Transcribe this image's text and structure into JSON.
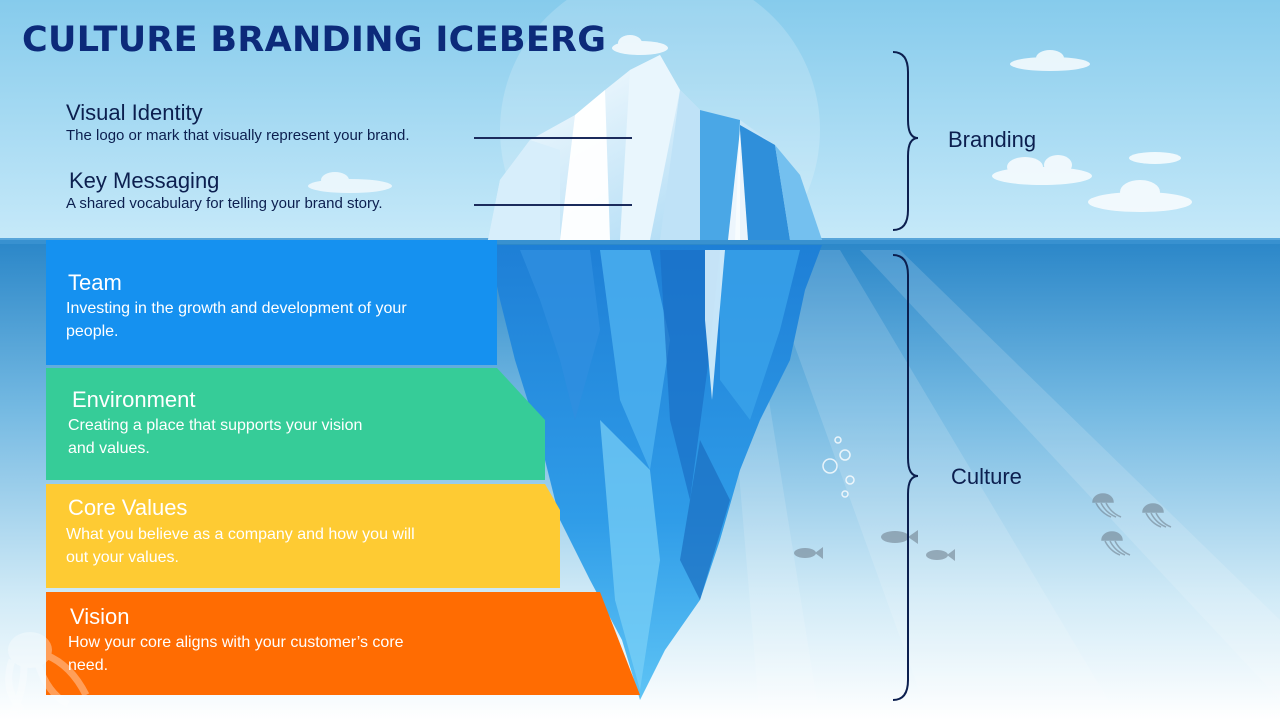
{
  "title": "CULTURE BRANDING ICEBERG",
  "colors": {
    "sky_top": "#8ecfee",
    "sky_bottom": "#bfe6f8",
    "water_top": "#2f8fd0",
    "water_bottom": "#ffffff",
    "title": "#0c2a7a",
    "text_dark": "#0c1f4f",
    "team": "#1591f0",
    "environment": "#36cc98",
    "core_values": "#fecb33",
    "vision": "#ff6c02"
  },
  "above_water": [
    {
      "heading": "Visual Identity",
      "description": "The logo or mark that visually represent your brand."
    },
    {
      "heading": "Key Messaging",
      "description": "A shared vocabulary for telling your brand story."
    }
  ],
  "below_water": [
    {
      "heading": "Team",
      "description": "Investing in the growth and development of your people."
    },
    {
      "heading": "Environment",
      "description": "Creating a place that supports your vision and values."
    },
    {
      "heading": "Core Values",
      "description": "What you believe as a company and how you will out your values."
    },
    {
      "heading": "Vision",
      "description": "How your core aligns with your customer’s core need."
    }
  ],
  "brackets": {
    "top_label": "Branding",
    "bottom_label": "Culture"
  },
  "icons": [
    "cloud-icon",
    "fish-icon",
    "jellyfish-icon",
    "octopus-icon",
    "bubbles-icon",
    "iceberg-icon"
  ]
}
